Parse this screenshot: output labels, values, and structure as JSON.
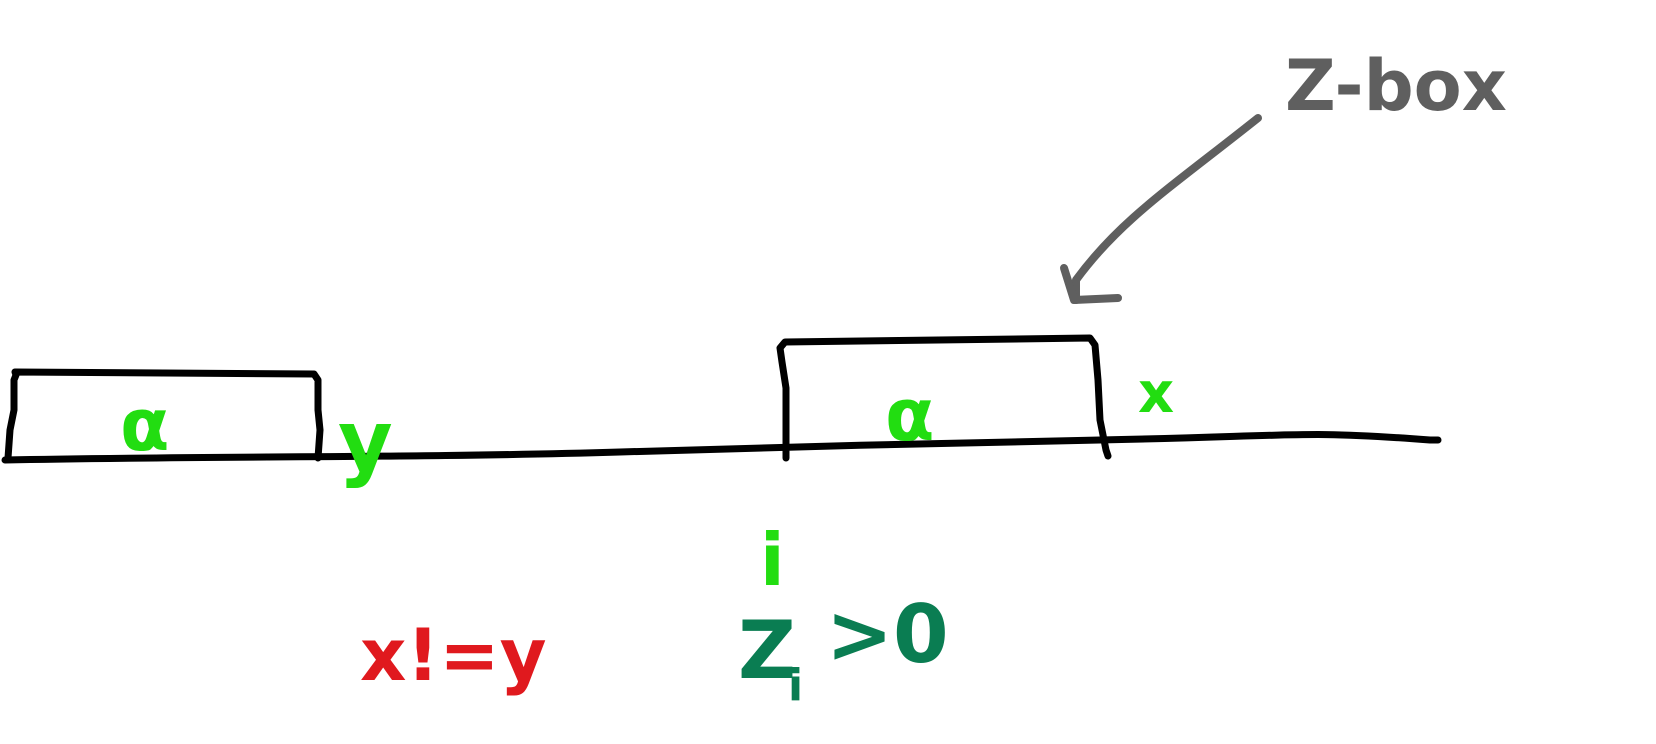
{
  "colors": {
    "ink": "#000000",
    "bright_green": "#22dd11",
    "dark_green": "#0a7d52",
    "red": "#e0191e",
    "gray": "#5f5f5f"
  },
  "labels": {
    "box_left": "α",
    "box_right": "α",
    "y": "y",
    "x": "x",
    "i": "i",
    "condition_x_neq_y": "x!=y",
    "condition_zi_base": "Z",
    "condition_zi_sub": "i",
    "condition_zi_rest": ">0",
    "zbox": "Z-box"
  }
}
